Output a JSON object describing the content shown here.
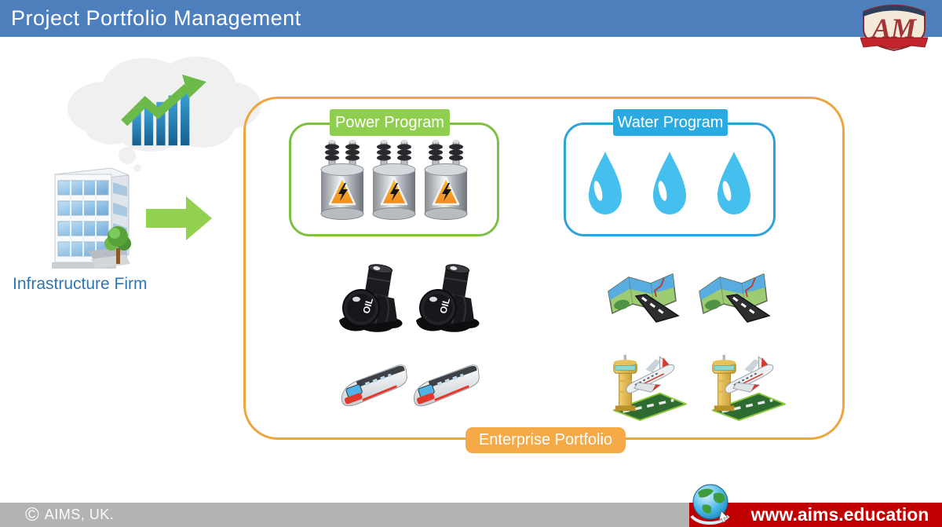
{
  "header": {
    "title": "Project Portfolio Management",
    "bg_color": "#4e7fbd",
    "logo_icon": "aims-crest"
  },
  "left": {
    "entity_label": "Infrastructure Firm",
    "entity_label_color": "#2e75b6",
    "thought_cloud_icon": "growth-chart",
    "arrow_color": "#92d050"
  },
  "portfolio": {
    "label": "Enterprise Portfolio",
    "label_bg": "#f6a947",
    "border_color": "#eda63d",
    "programs": [
      {
        "label": "Power Program",
        "accent": "#8fce4e",
        "border": "#7cc142",
        "item_icon": "transformer-icon",
        "item_count": 3
      },
      {
        "label": "Water Program",
        "accent": "#29abe2",
        "border": "#2ea3d9",
        "item_icon": "water-drop-icon",
        "item_count": 3
      }
    ],
    "other_items": [
      {
        "icon": "oil-barrels-icon",
        "count": 2
      },
      {
        "icon": "road-map-icon",
        "count": 2
      },
      {
        "icon": "train-icon",
        "count": 2
      },
      {
        "icon": "airport-icon",
        "count": 2
      }
    ]
  },
  "footer": {
    "copyright_symbol": "©",
    "copyright_text": "AIMS, UK.",
    "website": "www.aims.education",
    "gray_bg": "#b3b3b3",
    "red_bg": "#c00000",
    "globe_icon": "globe"
  }
}
